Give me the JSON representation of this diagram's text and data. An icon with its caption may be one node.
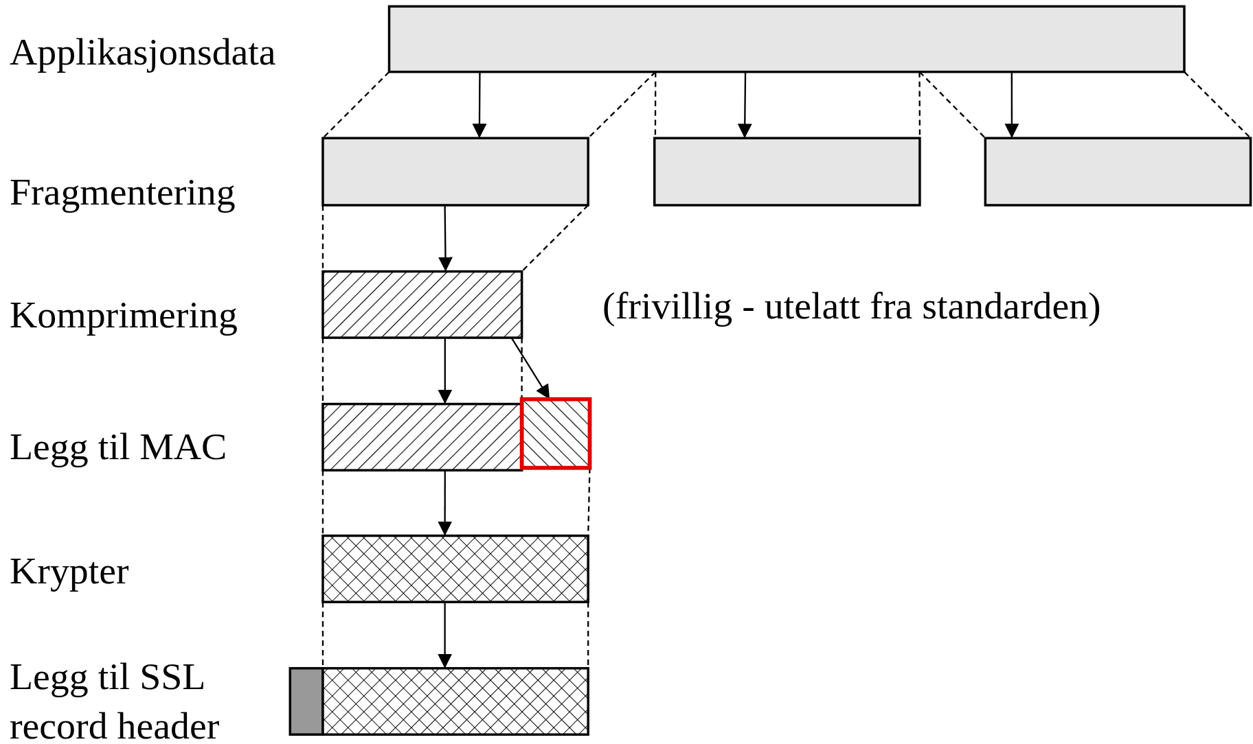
{
  "diagram": {
    "nodes": [
      {
        "text": [],
        "shape": "box"
      },
      {
        "text": [],
        "shape": "box"
      },
      {
        "text": [],
        "shape": "box"
      },
      {
        "text": [],
        "shape": "box"
      },
      {
        "text": [],
        "shape": "box"
      },
      {
        "text": [],
        "shape": "box"
      },
      {
        "text": [],
        "shape": "box"
      },
      {
        "text": [],
        "shape": "box"
      },
      {
        "text": [],
        "shape": "box"
      },
      {
        "text": [],
        "shape": "box"
      }
    ],
    "edges": [
      {
        "from": 0,
        "to": 1,
        "arrow": "to"
      },
      {
        "from": 0,
        "to": 2,
        "arrow": "to"
      },
      {
        "from": 0,
        "to": 3,
        "arrow": "to"
      },
      {
        "from": 1,
        "to": 4,
        "arrow": "to"
      },
      {
        "from": 4,
        "to": 5,
        "arrow": "to"
      },
      {
        "from": 4,
        "to": 6,
        "arrow": "to"
      },
      {
        "from": 5,
        "to": 7,
        "arrow": "to"
      },
      {
        "from": 7,
        "to": 9,
        "arrow": "to"
      },
      {
        "from": 0,
        "to": 1,
        "arrow": "none",
        "style": "dashed"
      },
      {
        "from": 0,
        "to": 1,
        "arrow": "none",
        "style": "dashed"
      },
      {
        "from": 0,
        "to": 2,
        "arrow": "none",
        "style": "dashed"
      },
      {
        "from": 0,
        "to": 2,
        "arrow": "none",
        "style": "dashed"
      },
      {
        "from": 0,
        "to": 3,
        "arrow": "none",
        "style": "dashed"
      },
      {
        "from": 0,
        "to": 3,
        "arrow": "none",
        "style": "dashed"
      },
      {
        "from": 1,
        "to": 4,
        "arrow": "none",
        "style": "dashed"
      },
      {
        "from": 1,
        "to": 4,
        "arrow": "none",
        "style": "dashed"
      },
      {
        "from": 4,
        "to": 5,
        "arrow": "none",
        "style": "dashed"
      },
      {
        "from": 4,
        "to": 5,
        "arrow": "none",
        "style": "dashed"
      },
      {
        "from": 5,
        "to": 7,
        "arrow": "none",
        "style": "dashed"
      },
      {
        "from": 6,
        "to": 7,
        "arrow": "none",
        "style": "dashed"
      },
      {
        "from": 7,
        "to": 9,
        "arrow": "none",
        "style": "dashed"
      },
      {
        "from": 7,
        "to": 9,
        "arrow": "none",
        "style": "dashed"
      }
    ],
    "labels": [
      "Applikasjonsdata",
      "Fragmentering",
      "Komprimering",
      "(frivillig - utelatt fra standarden)",
      "Legg til MAC",
      "Krypter",
      "Legg til SSL record header"
    ]
  }
}
